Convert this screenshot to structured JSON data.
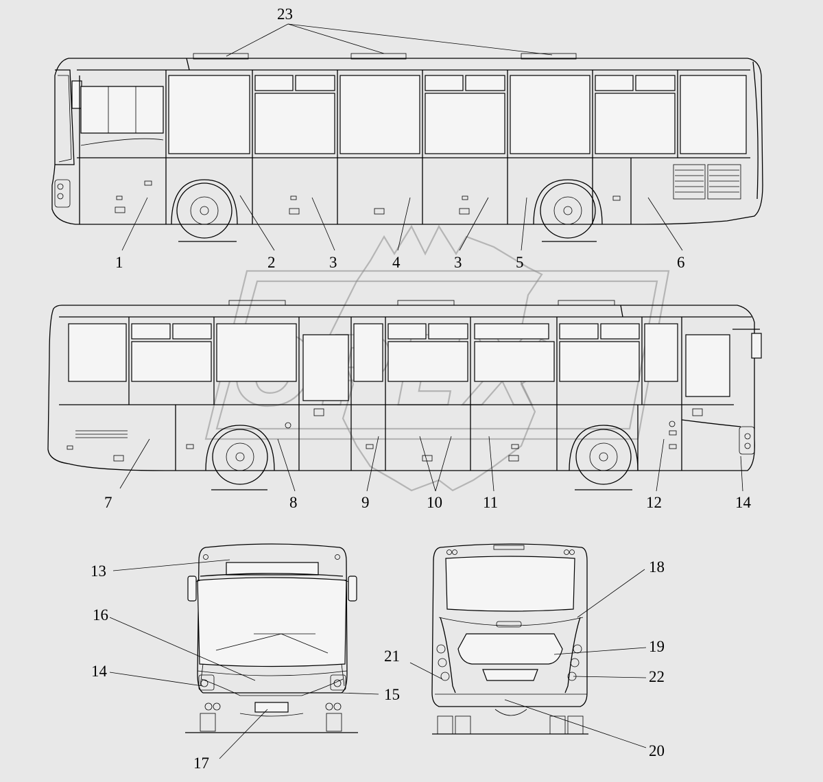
{
  "watermark": {
    "text": "OPEX"
  },
  "callouts": {
    "c1": "1",
    "c2": "2",
    "c3a": "3",
    "c3b": "3",
    "c4": "4",
    "c5": "5",
    "c6": "6",
    "c7": "7",
    "c8": "8",
    "c9": "9",
    "c10": "10",
    "c11": "11",
    "c12": "12",
    "c13": "13",
    "c14a": "14",
    "c14b": "14",
    "c15": "15",
    "c16": "16",
    "c17": "17",
    "c18": "18",
    "c19": "19",
    "c20": "20",
    "c21": "21",
    "c22": "22",
    "c23": "23"
  },
  "colors": {
    "line": "#000000",
    "background": "#e8e8e8",
    "watermark": "#8a8a8a"
  }
}
